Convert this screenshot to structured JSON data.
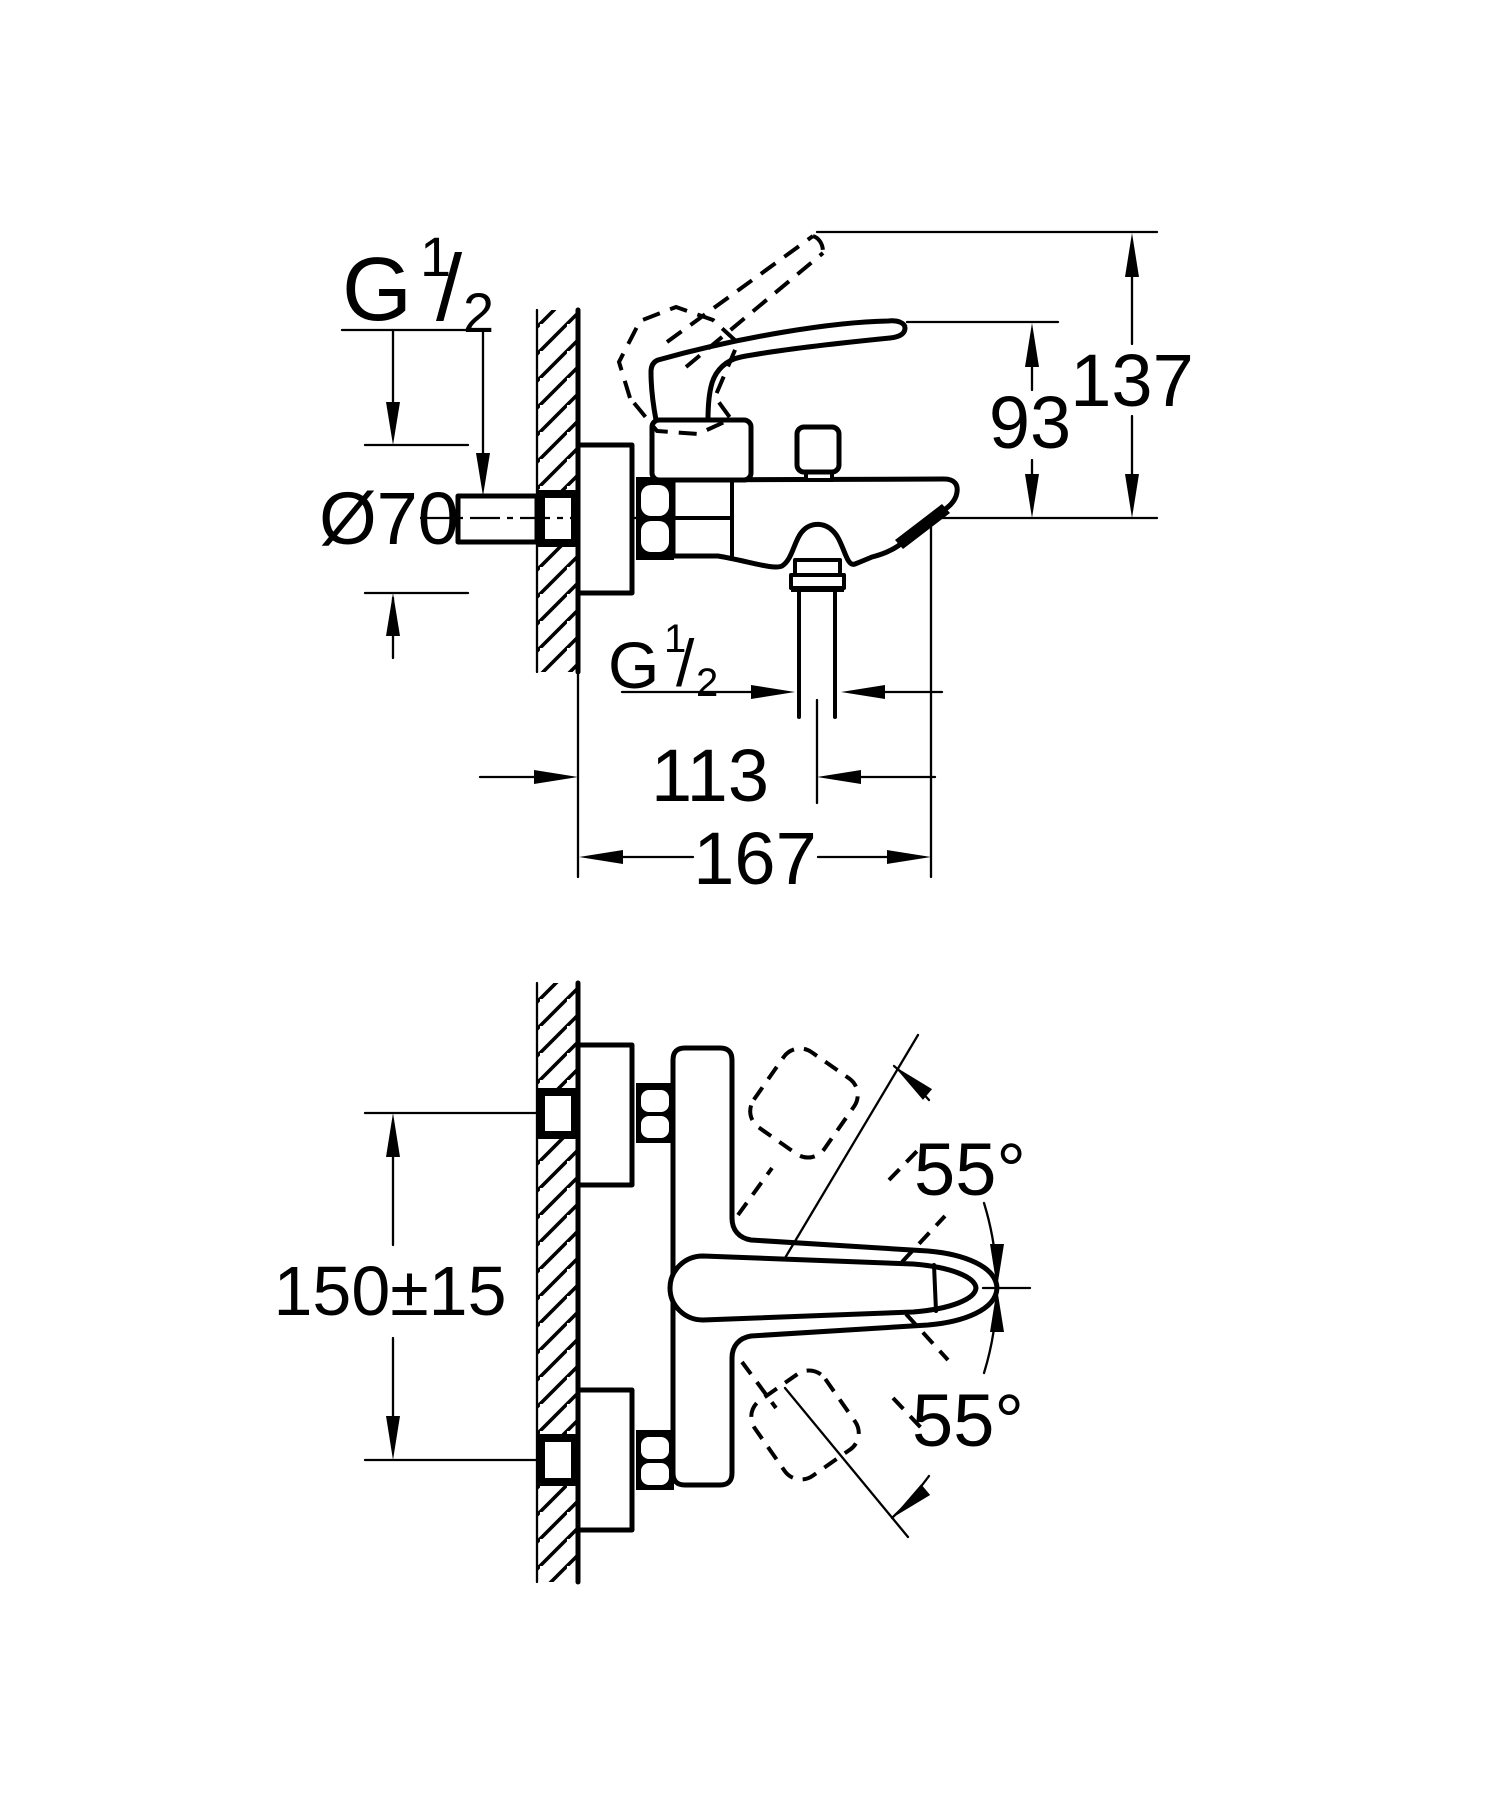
{
  "drawing": {
    "type": "technical-dimension-drawing",
    "product": "wall-mounted single-lever bath mixer",
    "background_color": "#ffffff",
    "line_color": "#000000",
    "labels": {
      "thread_wall": {
        "letter": "G",
        "sup": "1",
        "slash": "/",
        "sub": "2"
      },
      "thread_hose": {
        "letter": "G",
        "sup": "1",
        "slash": "/",
        "sub": "2"
      },
      "escutcheon_diameter": "Ø70",
      "handle_height": "93",
      "handle_raised_height": "137",
      "hose_offset": "113",
      "spout_reach": "167",
      "connection_distance": "150±15",
      "swivel_angle_up": "55°",
      "swivel_angle_down": "55°"
    }
  }
}
